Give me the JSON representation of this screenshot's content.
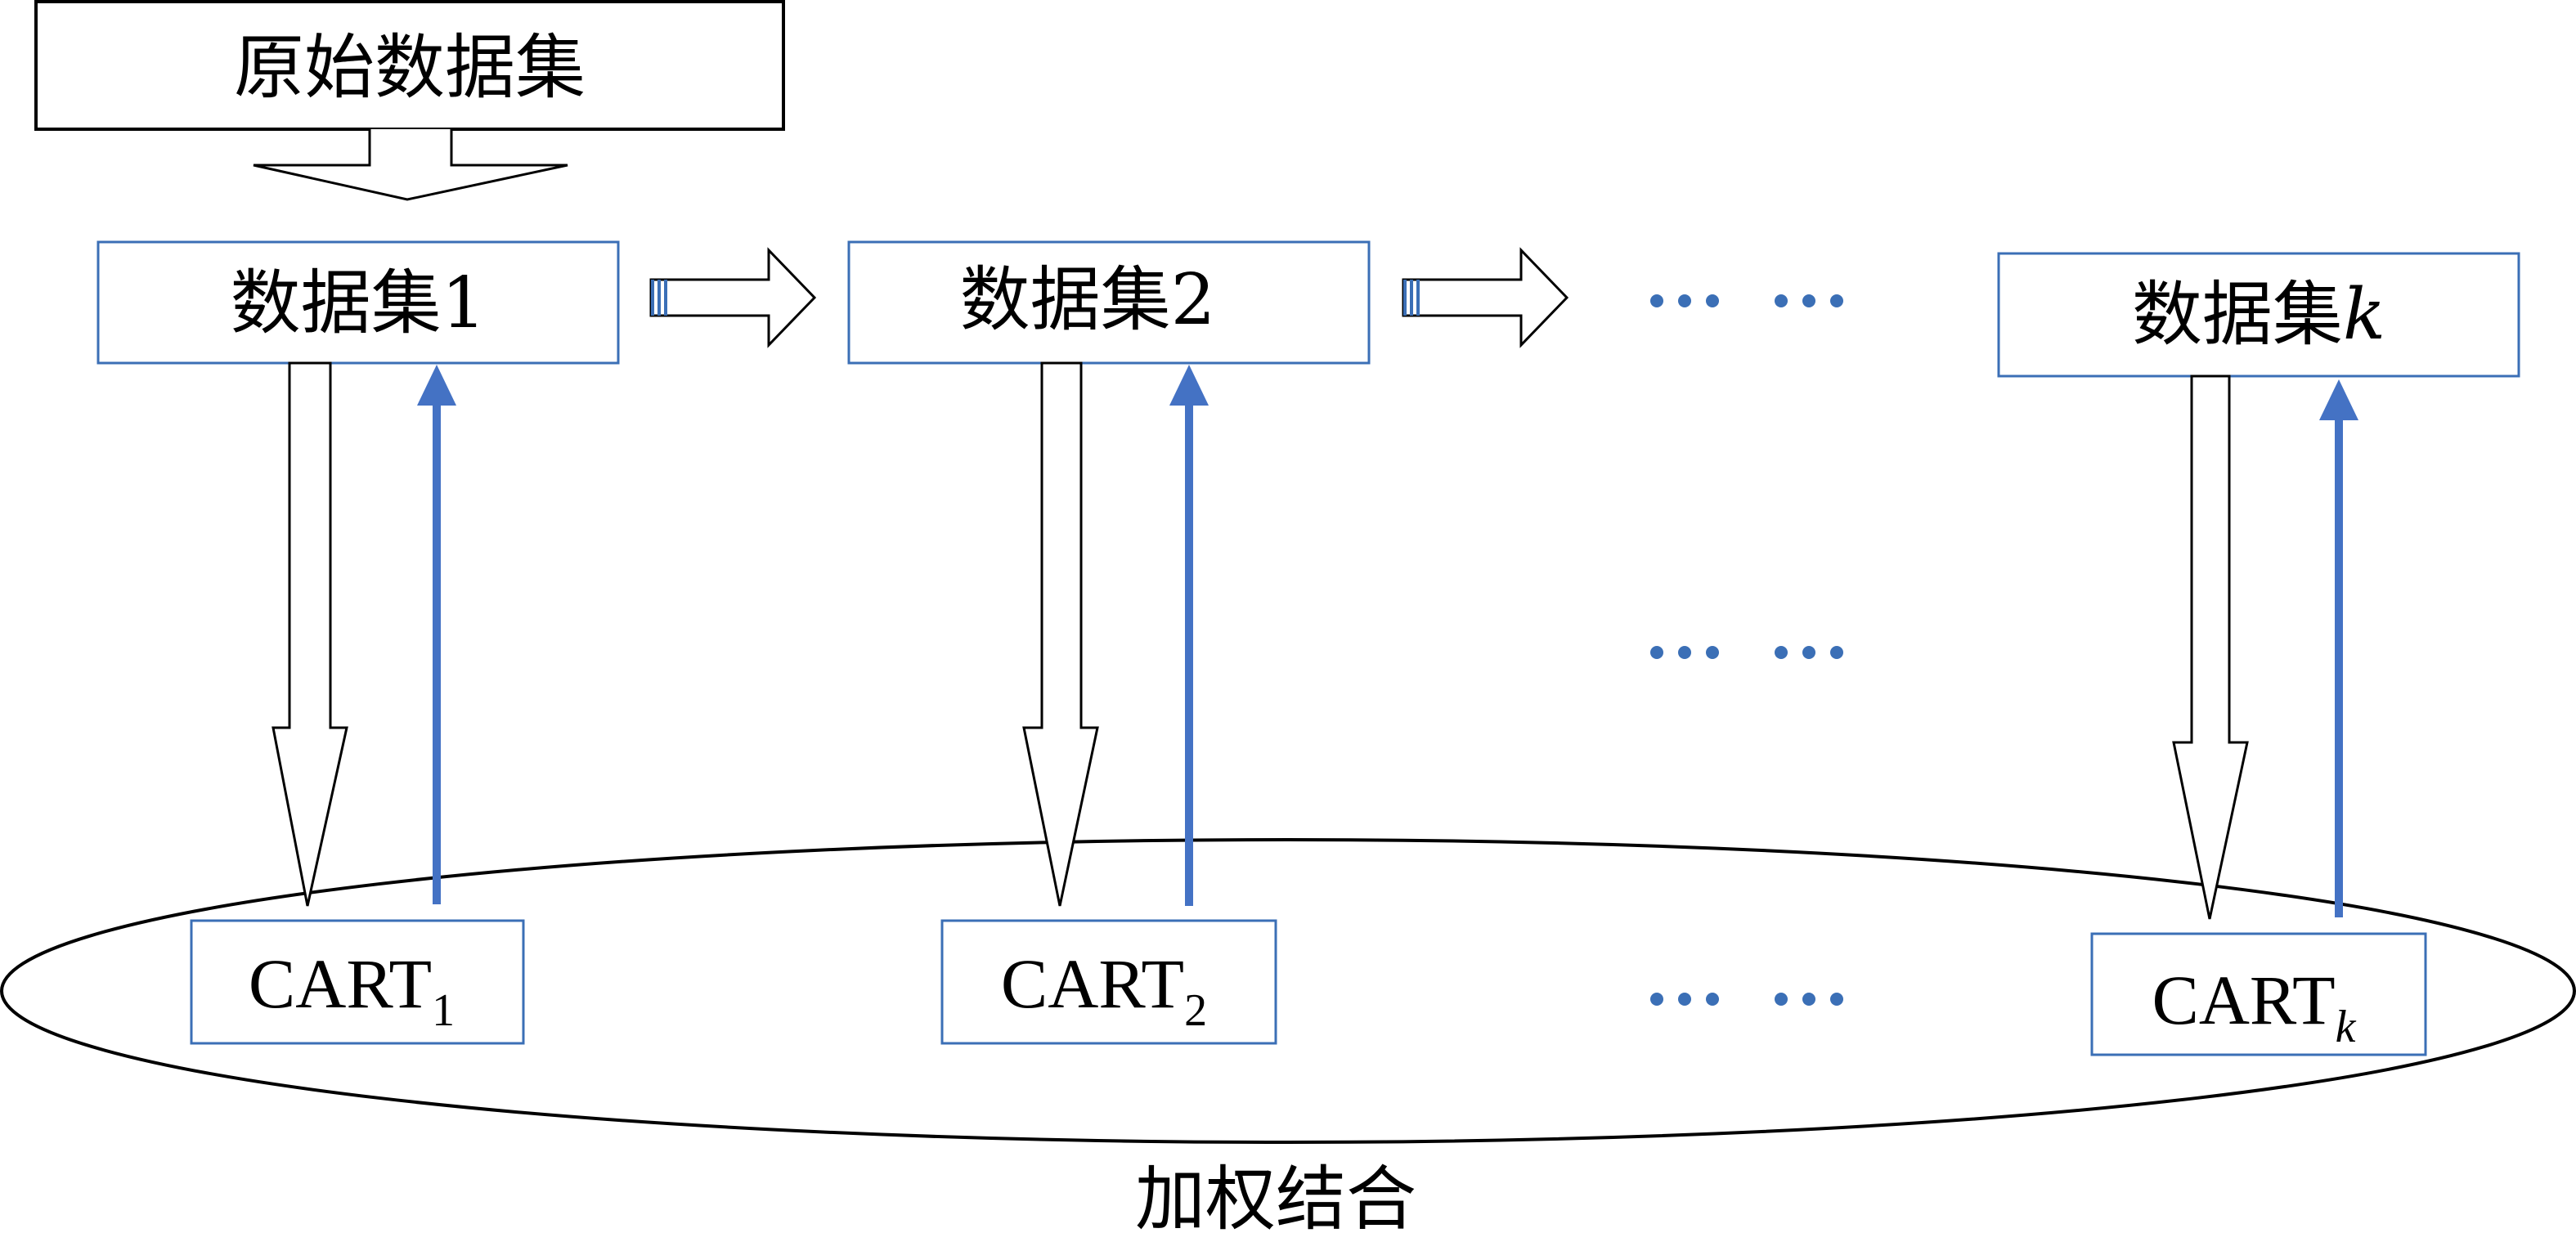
{
  "diagram": {
    "source_label": "原始数据集",
    "datasets": [
      {
        "prefix": "数据集",
        "suffix": "1"
      },
      {
        "prefix": "数据集",
        "suffix": "2"
      },
      {
        "prefix": "数据集",
        "suffix": "k"
      }
    ],
    "models": [
      {
        "base": "CART",
        "sub": "1"
      },
      {
        "base": "CART",
        "sub": "2"
      },
      {
        "base": "CART",
        "sub": "k"
      }
    ],
    "ellipsis": "··· ···",
    "combine_label": "加权结合",
    "colors": {
      "box_border": "#3b6fb6",
      "feedback_arrow": "#4472c4",
      "dots": "#3b6fb6",
      "outline": "#000000"
    }
  }
}
